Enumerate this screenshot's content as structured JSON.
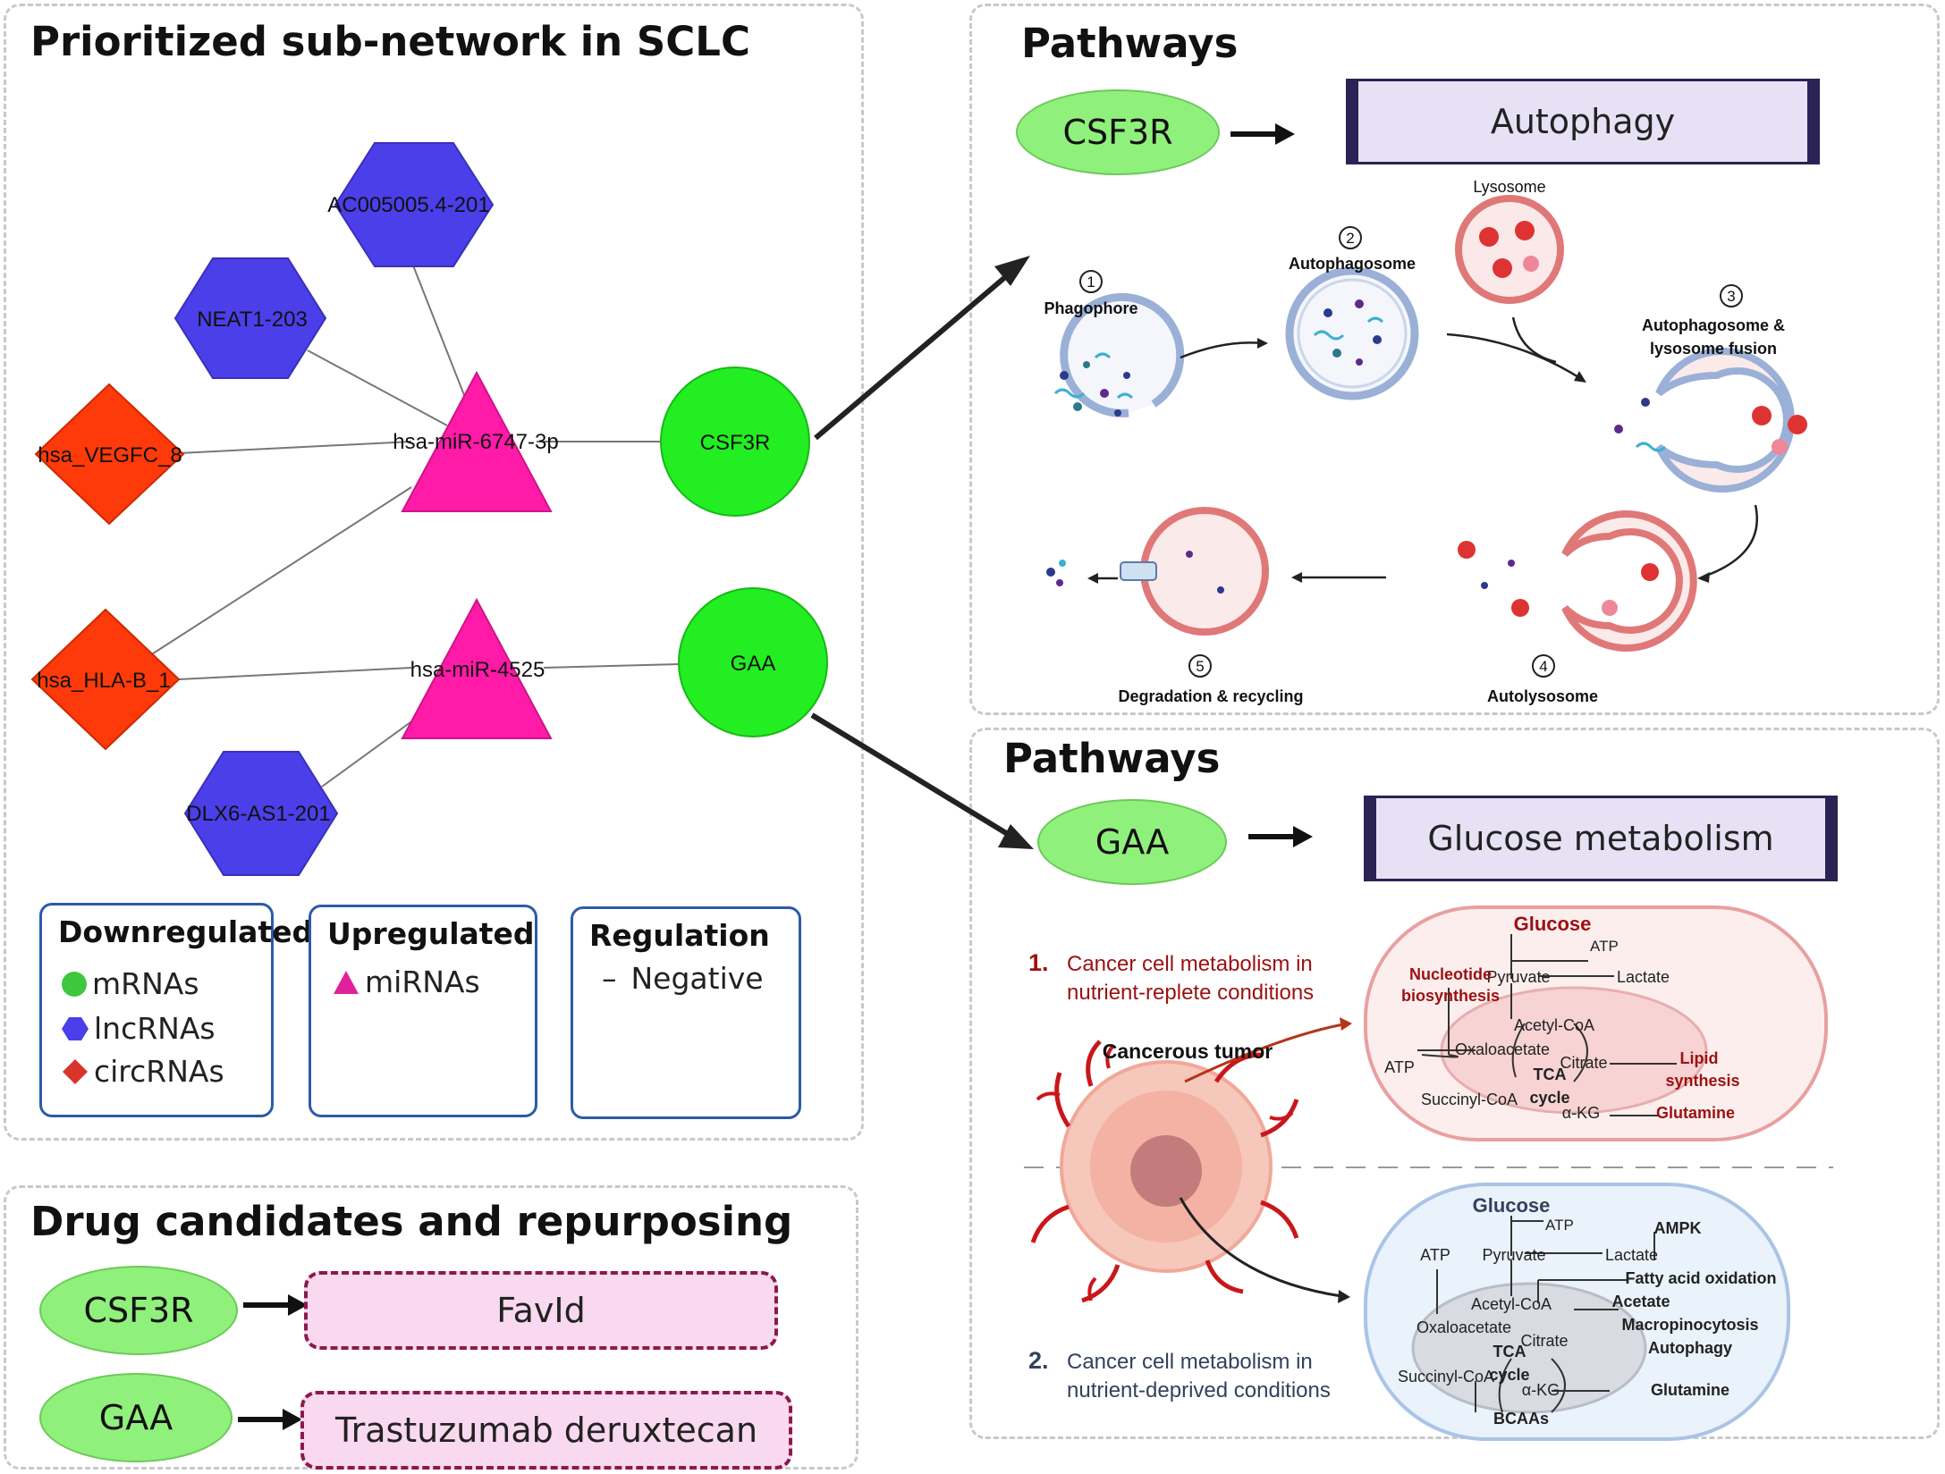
{
  "network_panel": {
    "title": "Prioritized sub-network in SCLC",
    "nodes": {
      "ac005005": "AC005005.4-201",
      "neat1": "NEAT1-203",
      "vegfc": "hsa_VEGFC_8",
      "mir6747": "hsa-miR-6747-3p",
      "csf3r": "CSF3R",
      "hlab": "hsa_HLA-B_1",
      "mir4525": "hsa-miR-4525",
      "gaa": "GAA",
      "dlx6": "DLX6-AS1-201"
    },
    "legend": {
      "down": {
        "title": "Downregulated",
        "items": [
          "mRNAs",
          "lncRNAs",
          "circRNAs"
        ]
      },
      "up": {
        "title": "Upregulated",
        "items": [
          "miRNAs"
        ]
      },
      "regulation": {
        "title": "Regulation",
        "items": [
          "Negative"
        ]
      }
    },
    "colors": {
      "mrna": "#22ee22",
      "lncrna": "#4a3fe8",
      "circrna": "#ff3a0a",
      "mirna": "#ff1aa8"
    }
  },
  "drug_panel": {
    "title": "Drug candidates and repurposing",
    "rows": [
      {
        "gene": "CSF3R",
        "drug": "FavId"
      },
      {
        "gene": "GAA",
        "drug": "Trastuzumab deruxtecan"
      }
    ]
  },
  "autophagy_panel": {
    "title": "Pathways",
    "gene": "CSF3R",
    "pathway": "Autophagy",
    "steps": {
      "lysosome": "Lysosome",
      "s1_num": "1",
      "s1": "Phagophore",
      "s2_num": "2",
      "s2": "Autophagosome",
      "s3_num": "3",
      "s3a": "Autophagosome &",
      "s3b": "lysosome fusion",
      "s4_num": "4",
      "s4": "Autolysosome",
      "s5_num": "5",
      "s5": "Degradation & recycling"
    }
  },
  "glucose_panel": {
    "title": "Pathways",
    "gene": "GAA",
    "pathway": "Glucose metabolism",
    "tumor_label": "Cancerous tumor",
    "cond1": {
      "num": "1.",
      "line1": "Cancer cell metabolism in",
      "line2": "nutrient-replete conditions"
    },
    "cond2": {
      "num": "2.",
      "line1": "Cancer cell metabolism in",
      "line2": "nutrient-deprived conditions"
    },
    "cell1": {
      "glucose": "Glucose",
      "atp_top": "ATP",
      "pyruvate": "Pyruvate",
      "lactate": "Lactate",
      "nuc1": "Nucleotide",
      "nuc2": "biosynthesis",
      "acetyl": "Acetyl-CoA",
      "oxalo": "Oxaloacetate",
      "citrate": "Citrate",
      "atp_left": "ATP",
      "tca1": "TCA",
      "tca2": "cycle",
      "lipid1": "Lipid",
      "lipid2": "synthesis",
      "succinyl": "Succinyl-CoA",
      "akg": "α-KG",
      "glutamine": "Glutamine"
    },
    "cell2": {
      "glucose": "Glucose",
      "atp_top": "ATP",
      "ampk": "AMPK",
      "atp_left": "ATP",
      "pyruvate": "Pyruvate",
      "lactate": "Lactate",
      "fao": "Fatty acid oxidation",
      "acetyl": "Acetyl-CoA",
      "acetate": "Acetate",
      "oxalo": "Oxaloacetate",
      "citrate": "Citrate",
      "macro": "Macropinocytosis",
      "autophagy": "Autophagy",
      "tca1": "TCA",
      "tca2": "cycle",
      "succinyl": "Succinyl-CoA",
      "akg": "α-KG",
      "glutamine": "Glutamine",
      "bcaa": "BCAAs"
    },
    "colors": {
      "cell1_fill": "#fdeeee",
      "cell1_border": "#e8a0a0",
      "cell2_fill": "#eaf2fb",
      "cell2_border": "#a9c4e6",
      "highlight": "#9b1111"
    }
  }
}
